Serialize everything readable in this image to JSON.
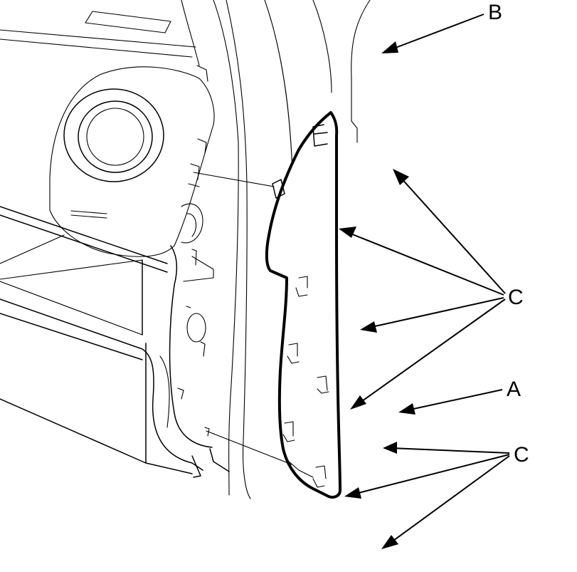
{
  "labels": {
    "a": "A",
    "b": "B",
    "c_upper": "C",
    "c_lower": "C"
  }
}
